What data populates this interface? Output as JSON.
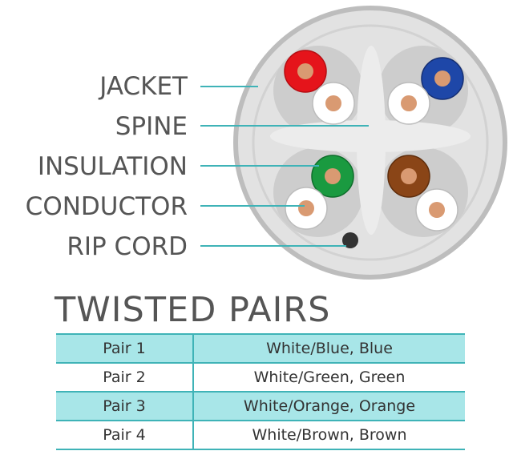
{
  "labels": {
    "jacket": "JACKET",
    "spine": "SPINE",
    "insulation": "INSULATION",
    "conductor": "CONDUCTOR",
    "rip_cord": "RIP CORD"
  },
  "title": "TWISTED PAIRS",
  "table": {
    "rows": [
      {
        "pair": "Pair 1",
        "colors": "White/Blue, Blue"
      },
      {
        "pair": "Pair 2",
        "colors": "White/Green, Green"
      },
      {
        "pair": "Pair 3",
        "colors": "White/Orange, Orange"
      },
      {
        "pair": "Pair 4",
        "colors": "White/Brown, Brown"
      }
    ]
  },
  "colors": {
    "leader": "#3fb3b7",
    "jacket": "#e2e2e2",
    "jacket_rim": "#bdbdbd",
    "spine": "#ececec",
    "quadrant": "#cdcdcd",
    "conductor": "#d99a72",
    "red": "#e5141b",
    "blue": "#1e47a8",
    "green": "#1a9a40",
    "brown": "#8a4517",
    "rip_cord": "#333333"
  }
}
